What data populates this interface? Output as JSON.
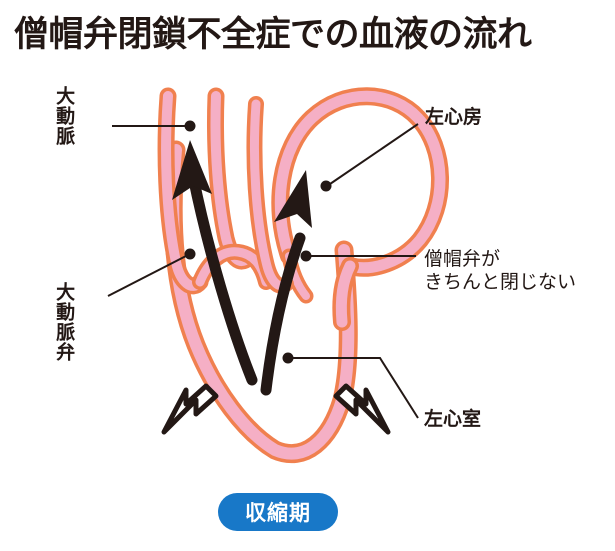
{
  "page": {
    "title": "僧帽弁閉鎖不全症での血液の流れ",
    "background_color": "#ffffff"
  },
  "colors": {
    "outline": "#f0804f",
    "fill": "#f5afc5",
    "arrow": "#231815",
    "text": "#231815",
    "badge": "#1878c8",
    "badge_text": "#ffffff",
    "leader": "#231815"
  },
  "labels": {
    "aorta": "大動脈",
    "aortic_valve": "大動脈弁",
    "left_atrium": "左心房",
    "mitral_regurgitation": "僧帽弁が\nきちんと閉じない",
    "left_ventricle": "左心室"
  },
  "badge": {
    "phase": "収縮期"
  },
  "diagram": {
    "description": "断面図: 左心房・左心室と大動脈を示す心臓の模式図",
    "flow_arrows": [
      {
        "name": "aortic-outflow-arrow",
        "description": "左心室から大動脈へ向かう上向きの血流",
        "style": "solid-black"
      },
      {
        "name": "regurgitation-arrow",
        "description": "左心室から左心房へ逆流する血流",
        "style": "solid-black"
      }
    ],
    "contraction_arrows": [
      {
        "name": "contraction-arrow-left",
        "description": "左心室壁の収縮を示す中空矢印（左）",
        "style": "hollow-outline"
      },
      {
        "name": "contraction-arrow-right",
        "description": "左心室壁の収縮を示す中空矢印（右）",
        "style": "hollow-outline"
      }
    ]
  }
}
